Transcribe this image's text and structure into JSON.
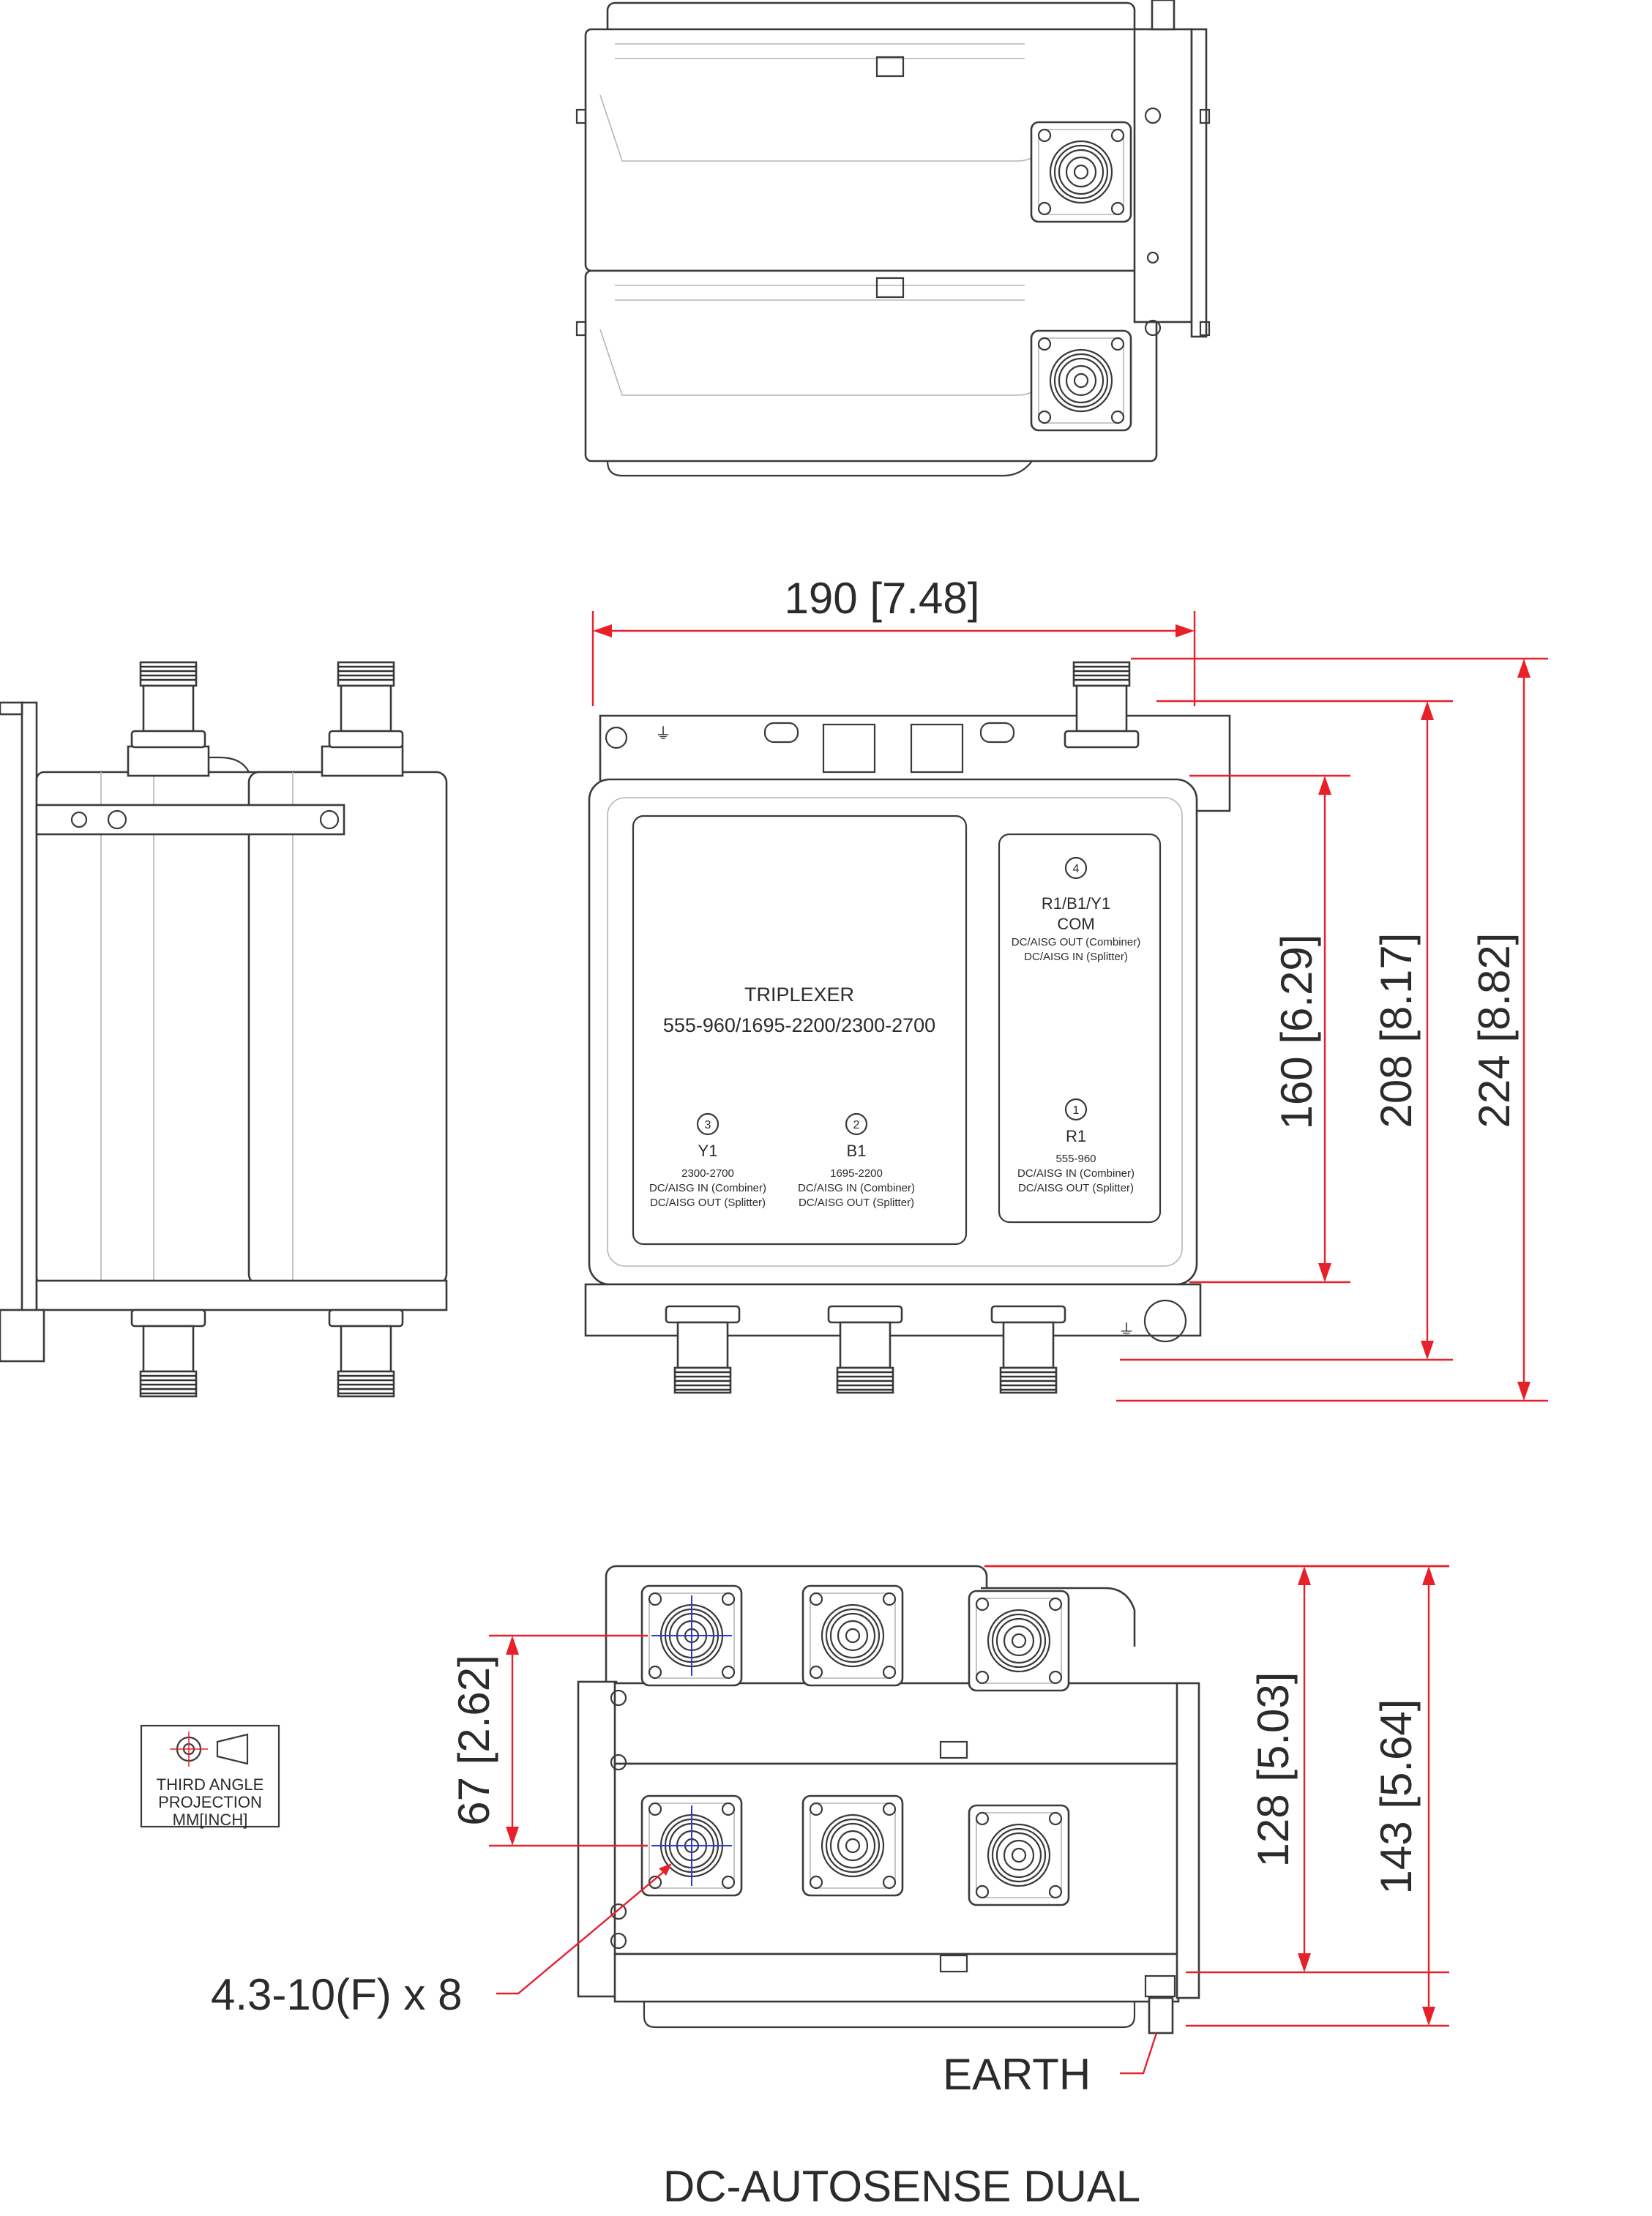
{
  "dimensions": {
    "width": "190 [7.48]",
    "height_160": "160 [6.29]",
    "height_208": "208 [8.17]",
    "height_224": "224 [8.82]",
    "depth_67": "67 [2.62]",
    "depth_128": "128 [5.03]",
    "depth_143": "143 [5.64]"
  },
  "front_label": {
    "title": "TRIPLEXER",
    "bands": "555-960/1695-2200/2300-2700"
  },
  "ports": {
    "com": {
      "number": "4",
      "name": "R1/B1/Y1",
      "name2": "COM",
      "line1": "DC/AISG OUT (Combiner)",
      "line2": "DC/AISG IN (Splitter)"
    },
    "r1": {
      "number": "1",
      "name": "R1",
      "band": "555-960",
      "line1": "DC/AISG IN (Combiner)",
      "line2": "DC/AISG OUT (Splitter)"
    },
    "y1": {
      "number": "3",
      "name": "Y1",
      "band": "2300-2700",
      "line1": "DC/AISG IN (Combiner)",
      "line2": "DC/AISG OUT (Splitter)"
    },
    "b1": {
      "number": "2",
      "name": "B1",
      "band": "1695-2200",
      "line1": "DC/AISG IN (Combiner)",
      "line2": "DC/AISG OUT (Splitter)"
    }
  },
  "projection": {
    "line1": "THIRD ANGLE",
    "line2": "PROJECTION",
    "line3": "MM[INCH]"
  },
  "callouts": {
    "connector": "4.3-10(F) x 8",
    "earth": "EARTH"
  },
  "footer": {
    "title": "DC-AUTOSENSE DUAL"
  }
}
